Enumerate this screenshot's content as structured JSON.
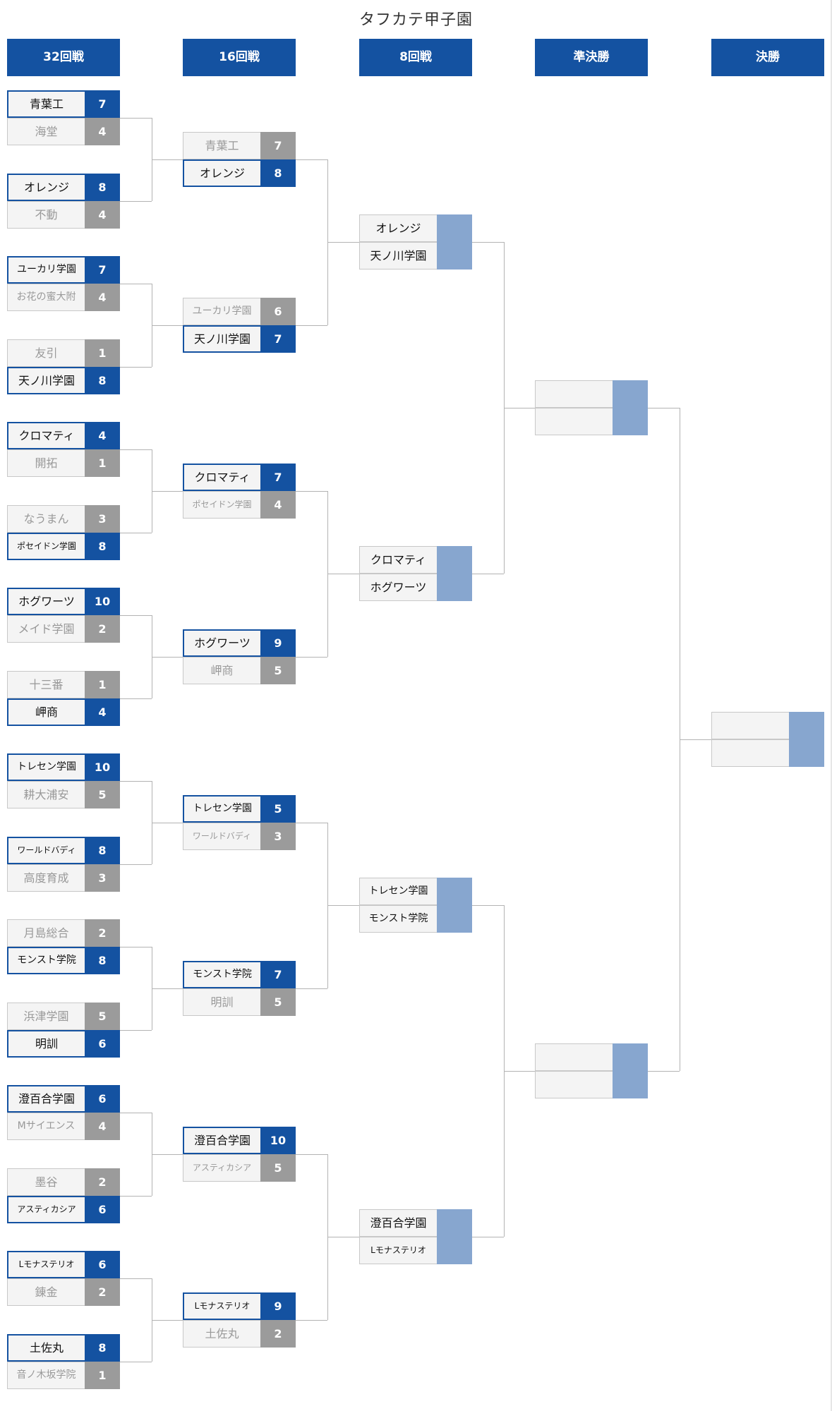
{
  "title": "タフカテ甲子園",
  "rounds": [
    "32回戦",
    "16回戦",
    "8回戦",
    "準決勝",
    "決勝"
  ],
  "matches": [
    [
      [
        {
          "team": "青葉工",
          "score": "7",
          "winner": true
        },
        {
          "team": "海堂",
          "score": "4",
          "winner": false
        }
      ],
      [
        {
          "team": "オレンジ",
          "score": "8",
          "winner": true
        },
        {
          "team": "不動",
          "score": "4",
          "winner": false
        }
      ],
      [
        {
          "team": "ユーカリ学園",
          "score": "7",
          "winner": true
        },
        {
          "team": "お花の蜜大附",
          "score": "4",
          "winner": false
        }
      ],
      [
        {
          "team": "友引",
          "score": "1",
          "winner": false
        },
        {
          "team": "天ノ川学園",
          "score": "8",
          "winner": true
        }
      ],
      [
        {
          "team": "クロマティ",
          "score": "4",
          "winner": true
        },
        {
          "team": "開拓",
          "score": "1",
          "winner": false
        }
      ],
      [
        {
          "team": "なうまん",
          "score": "3",
          "winner": false
        },
        {
          "team": "ポセイドン学園",
          "score": "8",
          "winner": true
        }
      ],
      [
        {
          "team": "ホグワーツ",
          "score": "10",
          "winner": true
        },
        {
          "team": "メイド学園",
          "score": "2",
          "winner": false
        }
      ],
      [
        {
          "team": "十三番",
          "score": "1",
          "winner": false
        },
        {
          "team": "岬商",
          "score": "4",
          "winner": true
        }
      ],
      [
        {
          "team": "トレセン学園",
          "score": "10",
          "winner": true
        },
        {
          "team": "耕大浦安",
          "score": "5",
          "winner": false
        }
      ],
      [
        {
          "team": "ワールドバディ",
          "score": "8",
          "winner": true
        },
        {
          "team": "高度育成",
          "score": "3",
          "winner": false
        }
      ],
      [
        {
          "team": "月島総合",
          "score": "2",
          "winner": false
        },
        {
          "team": "モンスト学院",
          "score": "8",
          "winner": true
        }
      ],
      [
        {
          "team": "浜津学園",
          "score": "5",
          "winner": false
        },
        {
          "team": "明訓",
          "score": "6",
          "winner": true
        }
      ],
      [
        {
          "team": "澄百合学園",
          "score": "6",
          "winner": true
        },
        {
          "team": "Mサイエンス",
          "score": "4",
          "winner": false
        }
      ],
      [
        {
          "team": "墨谷",
          "score": "2",
          "winner": false
        },
        {
          "team": "アスティカシア",
          "score": "6",
          "winner": true
        }
      ],
      [
        {
          "team": "Lモナステリオ",
          "score": "6",
          "winner": true
        },
        {
          "team": "錬金",
          "score": "2",
          "winner": false
        }
      ],
      [
        {
          "team": "土佐丸",
          "score": "8",
          "winner": true
        },
        {
          "team": "音ノ木坂学院",
          "score": "1",
          "winner": false
        }
      ]
    ],
    [
      [
        {
          "team": "青葉工",
          "score": "7",
          "winner": false
        },
        {
          "team": "オレンジ",
          "score": "8",
          "winner": true
        }
      ],
      [
        {
          "team": "ユーカリ学園",
          "score": "6",
          "winner": false
        },
        {
          "team": "天ノ川学園",
          "score": "7",
          "winner": true
        }
      ],
      [
        {
          "team": "クロマティ",
          "score": "7",
          "winner": true
        },
        {
          "team": "ポセイドン学園",
          "score": "4",
          "winner": false
        }
      ],
      [
        {
          "team": "ホグワーツ",
          "score": "9",
          "winner": true
        },
        {
          "team": "岬商",
          "score": "5",
          "winner": false
        }
      ],
      [
        {
          "team": "トレセン学園",
          "score": "5",
          "winner": true
        },
        {
          "team": "ワールドバディ",
          "score": "3",
          "winner": false
        }
      ],
      [
        {
          "team": "モンスト学院",
          "score": "7",
          "winner": true
        },
        {
          "team": "明訓",
          "score": "5",
          "winner": false
        }
      ],
      [
        {
          "team": "澄百合学園",
          "score": "10",
          "winner": true
        },
        {
          "team": "アスティカシア",
          "score": "5",
          "winner": false
        }
      ],
      [
        {
          "team": "Lモナステリオ",
          "score": "9",
          "winner": true
        },
        {
          "team": "土佐丸",
          "score": "2",
          "winner": false
        }
      ]
    ],
    [
      [
        {
          "team": "オレンジ",
          "score": ""
        },
        {
          "team": "天ノ川学園",
          "score": ""
        }
      ],
      [
        {
          "team": "クロマティ",
          "score": ""
        },
        {
          "team": "ホグワーツ",
          "score": ""
        }
      ],
      [
        {
          "team": "トレセン学園",
          "score": ""
        },
        {
          "team": "モンスト学院",
          "score": ""
        }
      ],
      [
        {
          "team": "澄百合学園",
          "score": ""
        },
        {
          "team": "Lモナステリオ",
          "score": ""
        }
      ]
    ],
    [
      [
        {
          "team": "",
          "score": ""
        },
        {
          "team": "",
          "score": ""
        }
      ],
      [
        {
          "team": "",
          "score": ""
        },
        {
          "team": "",
          "score": ""
        }
      ]
    ],
    [
      [
        {
          "team": "",
          "score": ""
        },
        {
          "team": "",
          "score": ""
        }
      ]
    ]
  ]
}
